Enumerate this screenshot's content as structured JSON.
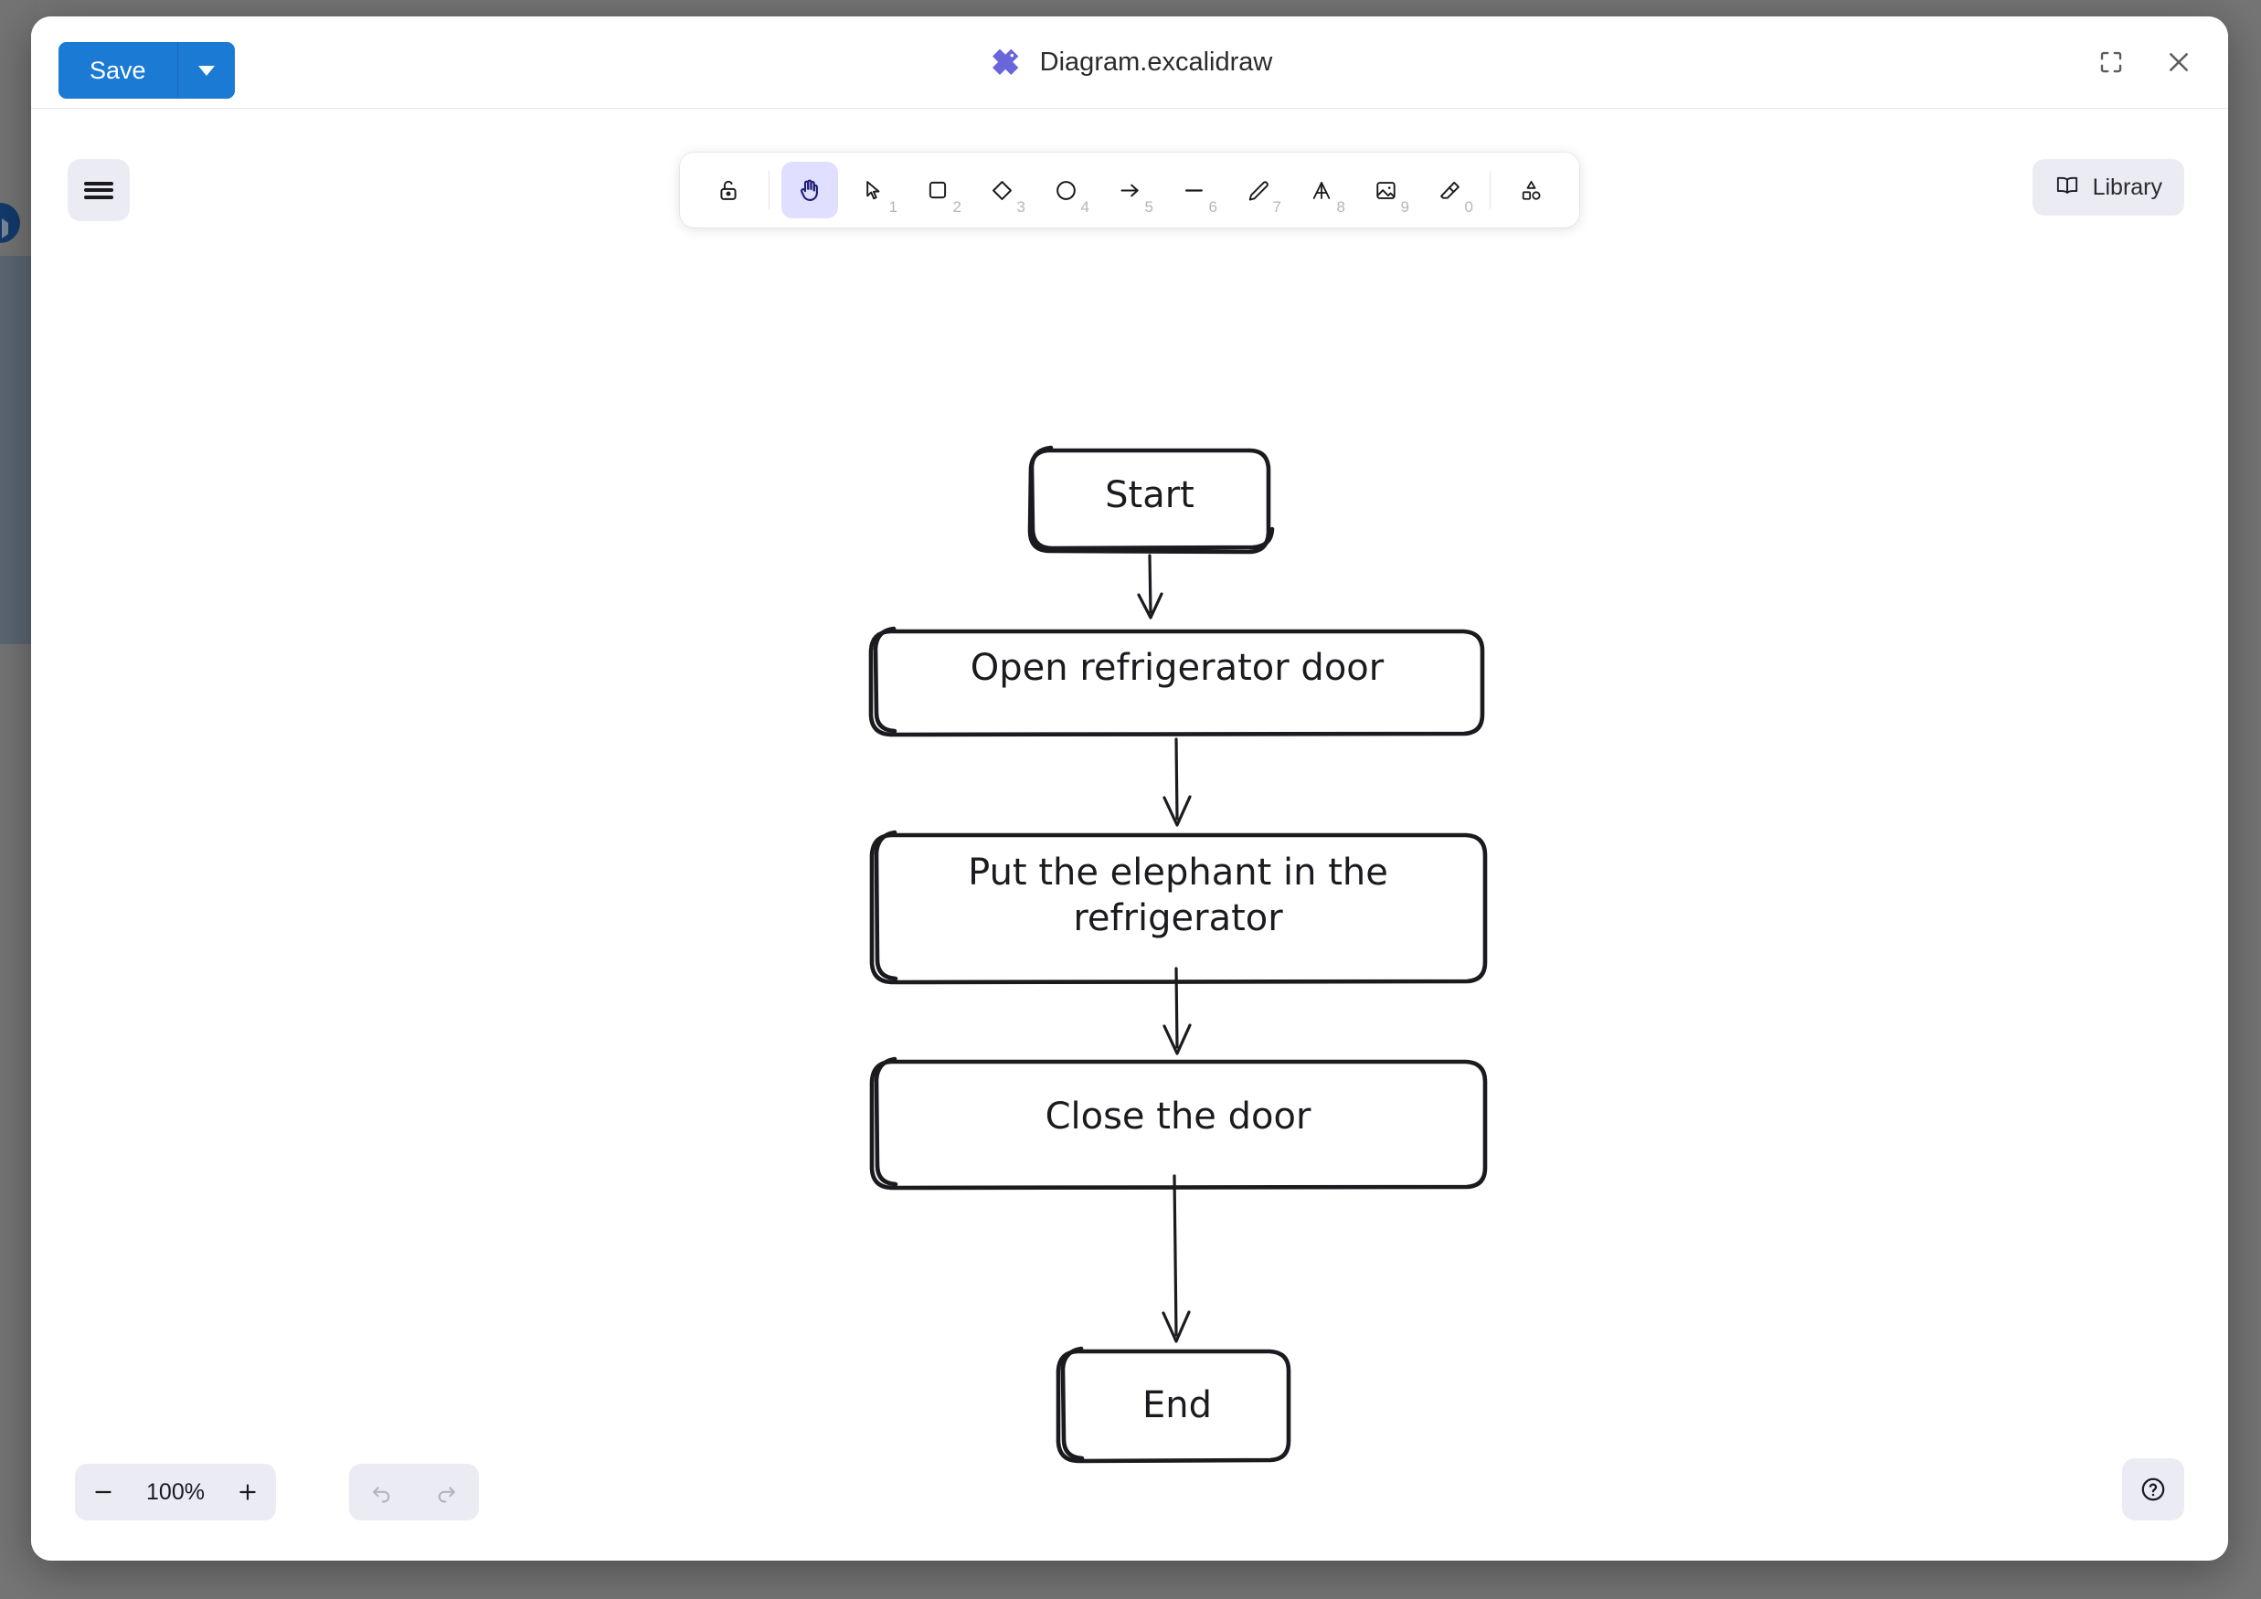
{
  "window": {
    "title": "Diagram.excalidraw",
    "logo_icon": "excalidraw-logo-icon",
    "fullscreen_icon": "fullscreen-icon",
    "close_icon": "close-icon"
  },
  "toolbar_top": {
    "save_label": "Save",
    "save_dropdown_icon": "chevron-down-icon",
    "accent_color": "#1a7ad4"
  },
  "canvas_ui": {
    "menu_icon": "hamburger-menu-icon",
    "library_label": "Library",
    "library_icon": "book-icon",
    "help_icon": "question-mark-icon",
    "zoom_out_icon": "minus-icon",
    "zoom_in_icon": "plus-icon",
    "zoom_value": "100%",
    "undo_icon": "undo-icon",
    "redo_icon": "redo-icon",
    "selected_tool_bg": "#e0dfff",
    "selected_tool_color": "#1f1c75"
  },
  "tools": [
    {
      "name": "lock-icon",
      "label": "Keep selected tool active after drawing",
      "shortcut": "",
      "active": false
    },
    {
      "name": "hand-icon",
      "label": "Hand (panning tool)",
      "shortcut": "",
      "active": true
    },
    {
      "name": "selection-icon",
      "label": "Selection",
      "shortcut": "1",
      "active": false
    },
    {
      "name": "rectangle-icon",
      "label": "Rectangle",
      "shortcut": "2",
      "active": false
    },
    {
      "name": "diamond-icon",
      "label": "Diamond",
      "shortcut": "3",
      "active": false
    },
    {
      "name": "ellipse-icon",
      "label": "Ellipse",
      "shortcut": "4",
      "active": false
    },
    {
      "name": "arrow-icon",
      "label": "Arrow",
      "shortcut": "5",
      "active": false
    },
    {
      "name": "line-icon",
      "label": "Line",
      "shortcut": "6",
      "active": false
    },
    {
      "name": "draw-icon",
      "label": "Draw",
      "shortcut": "7",
      "active": false
    },
    {
      "name": "text-icon",
      "label": "Text",
      "shortcut": "8",
      "active": false
    },
    {
      "name": "image-icon",
      "label": "Insert image",
      "shortcut": "9",
      "active": false
    },
    {
      "name": "eraser-icon",
      "label": "Eraser",
      "shortcut": "0",
      "active": false
    },
    {
      "name": "more-shapes-icon",
      "label": "More tools",
      "shortcut": "",
      "active": false
    }
  ],
  "diagram": {
    "type": "flowchart",
    "style": "hand-drawn",
    "stroke_color": "#1b1b1f",
    "fill_color": "#ffffff",
    "nodes": [
      {
        "id": "start",
        "label": "Start",
        "shape": "rounded-rectangle"
      },
      {
        "id": "open",
        "label": "Open refrigerator door",
        "shape": "rounded-rectangle"
      },
      {
        "id": "put",
        "label": "Put the elephant in the refrigerator",
        "shape": "rounded-rectangle",
        "line1": "Put the elephant in the",
        "line2": "refrigerator"
      },
      {
        "id": "close",
        "label": "Close the door",
        "shape": "rounded-rectangle"
      },
      {
        "id": "end",
        "label": "End",
        "shape": "rounded-rectangle"
      }
    ],
    "edges": [
      {
        "from": "start",
        "to": "open",
        "type": "arrow"
      },
      {
        "from": "open",
        "to": "put",
        "type": "arrow"
      },
      {
        "from": "put",
        "to": "close",
        "type": "arrow"
      },
      {
        "from": "close",
        "to": "end",
        "type": "arrow"
      }
    ]
  }
}
